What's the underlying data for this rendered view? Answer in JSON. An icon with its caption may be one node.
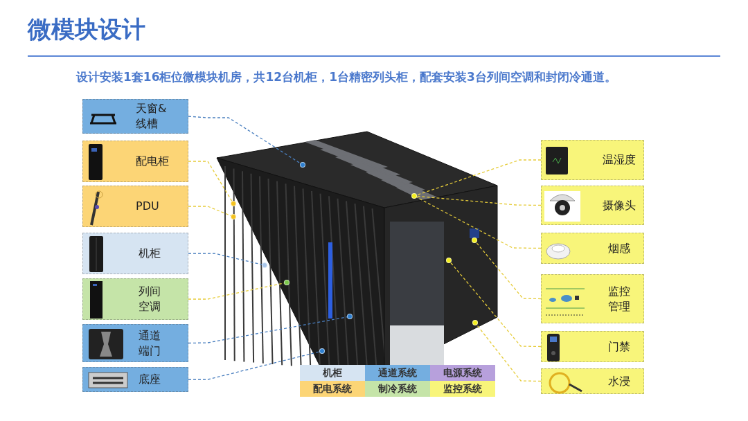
{
  "diagram": {
    "title": "微模块设计",
    "nodes": [
      {
        "text": [
          "天窗&线槽"
        ]
      },
      {
        "text": [
          "配电柜"
        ]
      },
      {
        "text": [
          "PDU"
        ]
      },
      {
        "text": [
          "机柜"
        ]
      },
      {
        "text": [
          "列间空调"
        ]
      },
      {
        "text": [
          "通道端门"
        ]
      },
      {
        "text": [
          "底座"
        ]
      },
      {
        "text": [
          "温湿度"
        ]
      },
      {
        "text": [
          "摄像头"
        ]
      },
      {
        "text": [
          "烟感"
        ]
      },
      {
        "text": [
          "监控管理"
        ]
      },
      {
        "text": [
          "门禁"
        ]
      },
      {
        "text": [
          "水浸"
        ]
      },
      {
        "text": [],
        "shape": "circle"
      },
      {
        "text": [],
        "shape": "circle"
      },
      {
        "text": [],
        "shape": "circle"
      },
      {
        "text": [],
        "shape": "circle"
      },
      {
        "text": [],
        "shape": "circle"
      },
      {
        "text": [],
        "shape": "circle"
      },
      {
        "text": [],
        "shape": "circle"
      },
      {
        "text": [],
        "shape": "circle"
      },
      {
        "text": [],
        "shape": "circle"
      },
      {
        "text": [],
        "shape": "circle"
      },
      {
        "text": [],
        "shape": "circle"
      }
    ],
    "edges": [
      {
        "from": 0,
        "to": 13,
        "arrow": "none",
        "style": "dashed",
        "color": "#4a7fbf"
      },
      {
        "from": 1,
        "to": 14,
        "arrow": "none",
        "style": "dashed"
      },
      {
        "from": 2,
        "to": 15,
        "arrow": "none",
        "style": "dashed"
      },
      {
        "from": 3,
        "to": 16,
        "arrow": "none",
        "style": "dashed",
        "color": "#4a7fbf"
      },
      {
        "from": 4,
        "to": 17,
        "arrow": "none",
        "style": "dashed"
      },
      {
        "from": 5,
        "to": 18,
        "arrow": "none",
        "style": "dashed",
        "color": "#4a7fbf"
      },
      {
        "from": 6,
        "to": 19,
        "arrow": "none",
        "style": "dashed",
        "color": "#4a7fbf"
      },
      {
        "from": 7,
        "to": 20,
        "arrow": "none",
        "style": "dashed"
      },
      {
        "from": 8,
        "to": 20,
        "arrow": "none",
        "style": "dashed"
      },
      {
        "from": 9,
        "to": 20,
        "arrow": "none",
        "style": "dashed"
      },
      {
        "from": 10,
        "to": 21,
        "arrow": "none",
        "style": "dashed"
      },
      {
        "from": 11,
        "to": 22,
        "arrow": "none",
        "style": "dashed"
      },
      {
        "from": 12,
        "to": 23,
        "arrow": "none",
        "style": "dashed"
      }
    ],
    "labels": [
      "设计安装1套16柜位微模块机房，共12台机柜，1台精密列头柜，配套安装3台列间空调和封闭冷通道。"
    ],
    "legend": [
      {
        "text": "机柜",
        "color": "#d6e4f2"
      },
      {
        "text": "通道系统",
        "color": "#74aee0"
      },
      {
        "text": "电源系统",
        "color": "#b7a0dc"
      },
      {
        "text": "配电系统",
        "color": "#fcd576"
      },
      {
        "text": "制冷系统",
        "color": "#c5e4a8"
      },
      {
        "text": "监控系统",
        "color": "#f8f57a"
      }
    ]
  }
}
